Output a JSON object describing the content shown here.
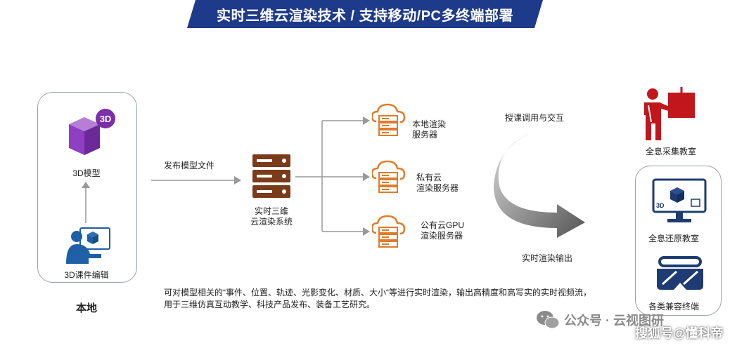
{
  "banner": {
    "title": "实时三维云渲染技术 / 支持移动/PC多终端部署"
  },
  "local": {
    "model_label": "3D模型",
    "editor_label": "3D课件编辑",
    "title": "本地",
    "badge": "3D"
  },
  "flow": {
    "publish_label": "发布模型文件",
    "system_label_line1": "实时三维",
    "system_label_line2": "云渲染系统"
  },
  "servers": [
    {
      "line1": "本地渲染",
      "line2": "服务器"
    },
    {
      "line1": "私有云",
      "line2": "渲染服务器"
    },
    {
      "line1": "公有云GPU",
      "line2": "渲染服务器"
    }
  ],
  "interaction": {
    "top_label": "授课调用与交互",
    "bottom_label": "实时渲染输出"
  },
  "classrooms": {
    "capture": "全息采集教室",
    "restore": "全息还原教室",
    "terminals": "各类兼容终端"
  },
  "description": {
    "line1": "可对模型相关的“事件、位置、轨迹、光影变化、材质、大小“等进行实时渲染，输出高精度和高写实的实时视频流，",
    "line2": "用于三维仿真互动教学、科技产品发布、装备工艺研究。"
  },
  "watermarks": {
    "wechat": "公众号 · 云视图研",
    "sohu": "搜狐号@懂科帝"
  },
  "colors": {
    "banner": "#1e3a8a",
    "server_brown": "#7a3b1a",
    "cloud_orange": "#e07b2a",
    "purple": "#7b2fa8",
    "navy": "#1f3b73",
    "red": "#c0161c"
  }
}
